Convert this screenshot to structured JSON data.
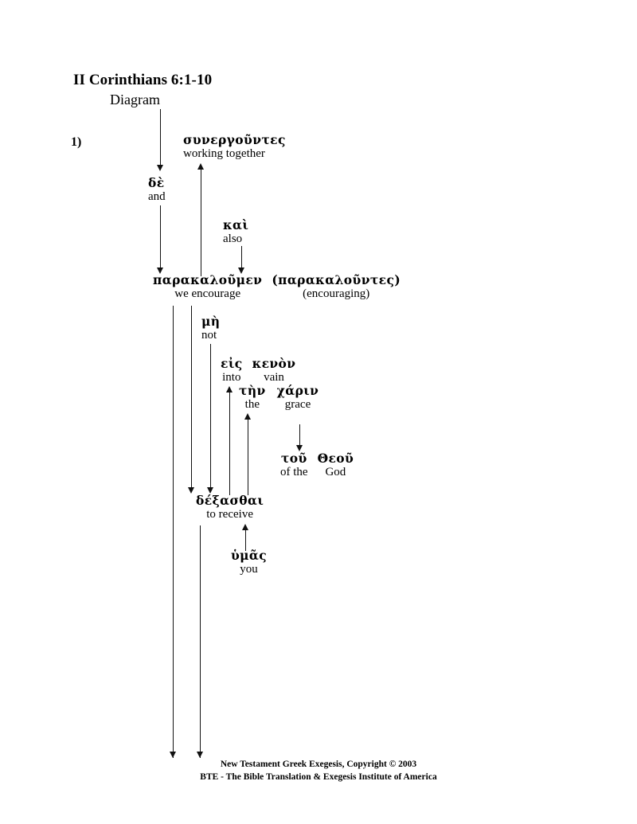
{
  "header": {
    "title": "II Corinthians 6:1-10",
    "subtitle": "Diagram",
    "item_number": "1)"
  },
  "diagram": {
    "type": "greek-sentence-diagram",
    "entries": [
      {
        "greek": "συνεργοῦντες",
        "english": "working together"
      },
      {
        "greek": "δὲ",
        "english": "and"
      },
      {
        "greek": "καὶ",
        "english": "also"
      },
      {
        "greek": "παρακαλοῦμεν",
        "english": "we encourage"
      },
      {
        "greek": "(παρακαλοῦντες)",
        "english": "(encouraging)"
      },
      {
        "greek": "μὴ",
        "english": "not"
      },
      {
        "greek": "εἰς",
        "english": "into"
      },
      {
        "greek": "κενὸν",
        "english": "vain"
      },
      {
        "greek": "τὴν",
        "english": "the"
      },
      {
        "greek": "χάριν",
        "english": "grace"
      },
      {
        "greek": "τοῦ",
        "english": "of the"
      },
      {
        "greek": "Θεοῦ",
        "english": "God"
      },
      {
        "greek": "δέξασθαι",
        "english": "to receive"
      },
      {
        "greek": "ὑμᾶς",
        "english": "you"
      }
    ],
    "labels": {
      "sunergountes_gk": "συνεργοῦντες",
      "sunergountes_en": "working together",
      "de_gk": "δὲ",
      "de_en": "and",
      "kai_gk": "καὶ",
      "kai_en": "also",
      "parakaloumen_gk": "παρακαλοῦμεν",
      "parakaloumen_en": "we encourage",
      "parakalountes_gk": "(παρακαλοῦντες)",
      "parakalountes_en": "(encouraging)",
      "me_gk": "μὴ",
      "me_en": "not",
      "eis_gk": "εἰς",
      "eis_en": "into",
      "kenon_gk": "κενὸν",
      "kenon_en": "vain",
      "ten_gk": "τὴν",
      "ten_en": "the",
      "charin_gk": "χάριν",
      "charin_en": "grace",
      "tou_gk": "τοῦ",
      "tou_en": "of the",
      "theou_gk": "Θεοῦ",
      "theou_en": "God",
      "dexasthai_gk": "δέξασθαι",
      "dexasthai_en": "to receive",
      "humas_gk": "ὑμᾶς",
      "humas_en": "you"
    }
  },
  "footer": {
    "line1": "New Testament Greek Exegesis, Copyright © 2003",
    "line2": "BTE - The Bible Translation & Exegesis Institute of America"
  },
  "colors": {
    "ink": "#111111",
    "page": "#ffffff"
  }
}
